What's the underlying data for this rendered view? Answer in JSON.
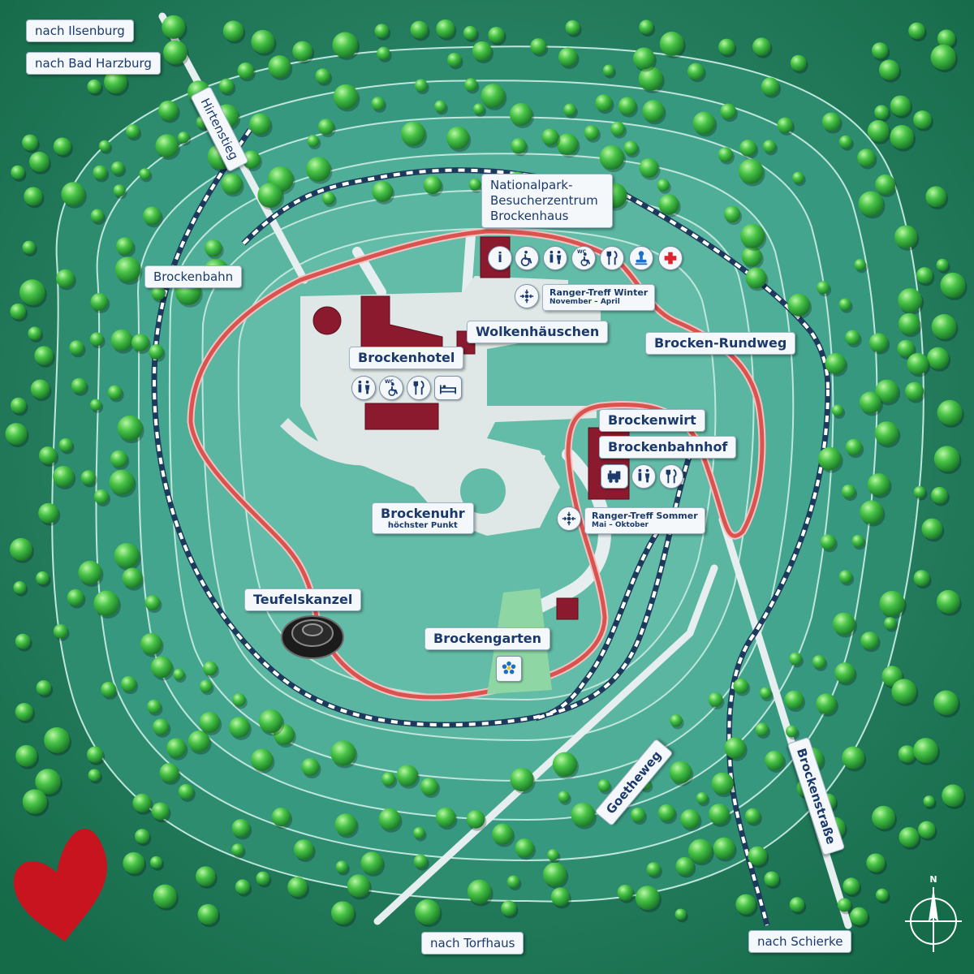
{
  "map": {
    "directions": {
      "ilsenburg": "nach Ilsenburg",
      "bad_harzburg": "nach Bad Harzburg",
      "torfhaus": "nach Torfhaus",
      "schierke": "nach Schierke"
    },
    "paths": {
      "hirtenstieg": "Hirtenstieg",
      "brockenbahn": "Brockenbahn",
      "rundweg": "Brocken-Rundweg",
      "goetheweg": "Goetheweg",
      "brockenstrasse": "Brockenstraße"
    },
    "places": {
      "besucherzentrum": "Nationalpark-\nBesucherzentrum\nBrockenhaus",
      "ranger_winter": "Ranger-Treff Winter",
      "ranger_winter_months": "November – April",
      "wolkenhaeuschen": "Wolkenhäuschen",
      "brockenhotel": "Brockenhotel",
      "brockenwirt": "Brockenwirt",
      "brockenbahnhof": "Brockenbahnhof",
      "ranger_sommer": "Ranger-Treff  Sommer",
      "ranger_sommer_months": "Mai – Oktober",
      "brockenuhr": "Brockenuhr",
      "brockenuhr_sub": "höchster Punkt",
      "teufelskanzel": "Teufelskanzel",
      "brockengarten": "Brockengarten"
    },
    "compass": {
      "north": "N"
    },
    "icon_text": {
      "info": "i",
      "wc": "WC"
    },
    "colors": {
      "background": "#1a7a55",
      "contour": "#bfe6dc",
      "rundweg": "#d9534f",
      "building": "#8b1a2e",
      "label_text": "#1b3a6b",
      "trees": "#4ac24a"
    }
  }
}
